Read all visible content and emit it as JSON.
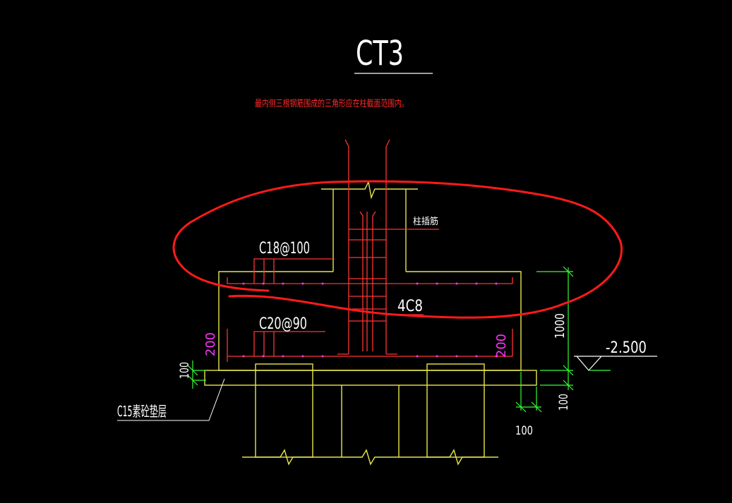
{
  "title": "CT3",
  "note": "最内侧三根钢筋围成的三角形应在柱截面范围内。",
  "labels": {
    "column_dowel": "柱插筋",
    "top_rebar": "C18@100",
    "stirrup": "4C8",
    "bottom_rebar": "C20@90",
    "cover_left": "200",
    "cover_right": "200",
    "cushion_thk": "100",
    "cushion_label": "C15素砼垫层",
    "height": "1000",
    "elevation": "-2.500",
    "dim_right_v": "100",
    "dim_right_h": "100"
  },
  "colors": {
    "background": "#000000",
    "concrete": "#e6e64d",
    "rebar": "#ff3333",
    "dimension": "#33ff33",
    "text": "#ffffff",
    "cover_text": "#ff33ff",
    "annotation": "#ff0000",
    "leader": "#ffffff"
  }
}
